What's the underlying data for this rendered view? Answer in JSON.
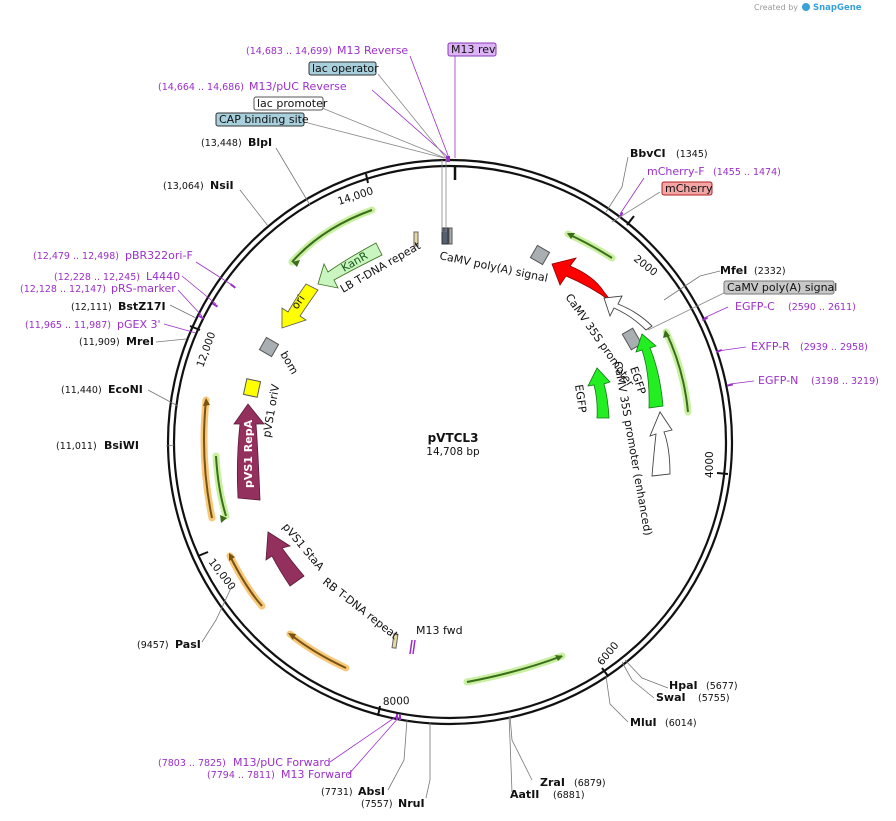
{
  "plasmid": {
    "name": "pVTCL3",
    "length_label": "14,708 bp"
  },
  "credit": {
    "prefix": "Created by",
    "brand": "SnapGene"
  },
  "ticks": [
    "2000",
    "4000",
    "6000",
    "8000",
    "10,000",
    "12,000",
    "14,000"
  ],
  "enzymes": [
    {
      "name": "BbvCI",
      "pos": "(1345)"
    },
    {
      "name": "MfeI",
      "pos": "(2332)"
    },
    {
      "name": "HpaI",
      "pos": "(5677)"
    },
    {
      "name": "SwaI",
      "pos": "(5755)"
    },
    {
      "name": "MluI",
      "pos": "(6014)"
    },
    {
      "name": "ZraI",
      "pos": "(6879)"
    },
    {
      "name": "AatII",
      "pos": "(6881)"
    },
    {
      "name": "AbsI",
      "pos": "(7731)"
    },
    {
      "name": "NruI",
      "pos": "(7557)"
    },
    {
      "name": "PasI",
      "pos": "(9457)"
    },
    {
      "name": "BsiWI",
      "pos": "(11,011)"
    },
    {
      "name": "EcoNI",
      "pos": "(11,440)"
    },
    {
      "name": "MreI",
      "pos": "(11,909)"
    },
    {
      "name": "BstZ17I",
      "pos": "(12,111)"
    },
    {
      "name": "NsiI",
      "pos": "(13,064)"
    },
    {
      "name": "BlpI",
      "pos": "(13,448)"
    }
  ],
  "primers": [
    {
      "name": "M13 Reverse",
      "pos": "(14,683 .. 14,699)"
    },
    {
      "name": "M13/pUC Reverse",
      "pos": "(14,664 .. 14,686)"
    },
    {
      "name": "mCherry-F",
      "pos": "(1455 .. 1474)"
    },
    {
      "name": "EGFP-C",
      "pos": "(2590 .. 2611)"
    },
    {
      "name": "EXFP-R",
      "pos": "(2939 .. 2958)"
    },
    {
      "name": "EGFP-N",
      "pos": "(3198 .. 3219)"
    },
    {
      "name": "M13/pUC Forward",
      "pos": "(7803 .. 7825)"
    },
    {
      "name": "M13 Forward",
      "pos": "(7794 .. 7811)"
    },
    {
      "name": "pBR322ori-F",
      "pos": "(12,479 .. 12,498)"
    },
    {
      "name": "L4440",
      "pos": "(12,228 .. 12,245)"
    },
    {
      "name": "pRS-marker",
      "pos": "(12,128 .. 12,147)"
    },
    {
      "name": "pGEX 3'",
      "pos": "(11,965 .. 11,987)"
    }
  ],
  "boxed_labels": [
    {
      "text": "M13 rev",
      "fill": "#dcb3f5",
      "stroke": "#8a3cb8"
    },
    {
      "text": "lac operator",
      "fill": "#a7cfdc",
      "stroke": "#333333"
    },
    {
      "text": "lac promoter",
      "fill": "#ffffff",
      "stroke": "#555555"
    },
    {
      "text": "CAP binding site",
      "fill": "#a7cfdc",
      "stroke": "#333333"
    },
    {
      "text": "mCherry",
      "fill": "#f4a6a6",
      "stroke": "#b02020"
    },
    {
      "text": "CaMV poly(A) signal",
      "fill": "#c8c8c8",
      "stroke": "#777777"
    }
  ],
  "features": [
    {
      "text": "CaMV poly(A) signal"
    },
    {
      "text": "CaMV 35S promoter"
    },
    {
      "text": "EGFP"
    },
    {
      "text": "CaMV 35S promoter (enhanced)"
    },
    {
      "text": "EGFP"
    },
    {
      "text": "LB T-DNA repeat"
    },
    {
      "text": "KanR"
    },
    {
      "text": "ori"
    },
    {
      "text": "bom"
    },
    {
      "text": "pVS1 oriV"
    },
    {
      "text": "pVS1 RepA"
    },
    {
      "text": "pVS1 StaA"
    },
    {
      "text": "RB T-DNA repeat"
    },
    {
      "text": "M13 fwd"
    }
  ],
  "colors": {
    "backbone": "#111111",
    "primer": "#9b2fc9",
    "mcherry": "#ff0000",
    "egfp": "#22ee22",
    "promoter": "#ffffff",
    "kanr": "#c8f5c0",
    "ori": "#ffff00",
    "repa": "#93305e",
    "orf_green": "#c8f0a0",
    "orf_orange": "#f8c87a"
  }
}
